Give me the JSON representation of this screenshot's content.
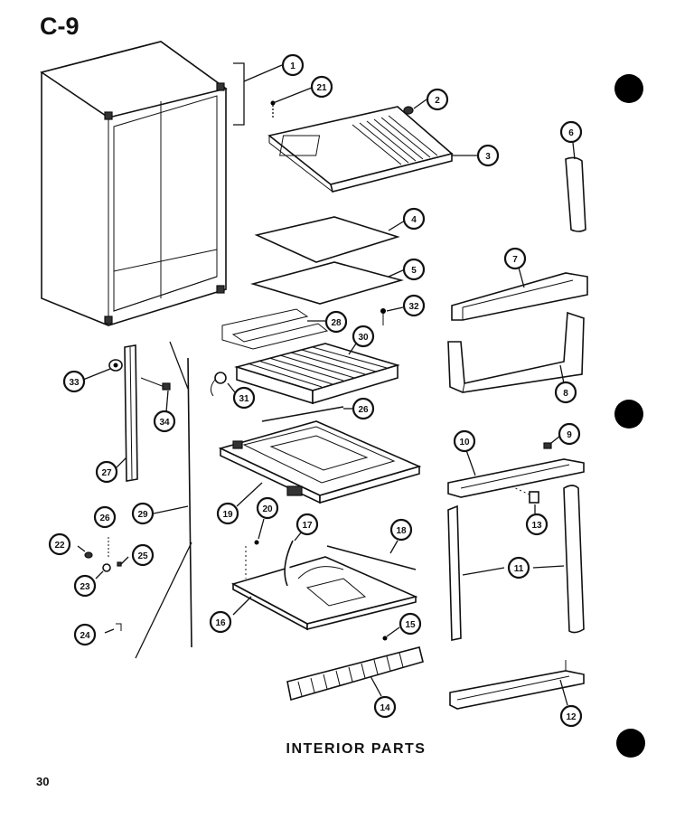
{
  "page": {
    "title": "C-9",
    "caption": "INTERIOR PARTS",
    "page_number": "30"
  },
  "callouts": [
    {
      "id": "1",
      "label": "1"
    },
    {
      "id": "2",
      "label": "2"
    },
    {
      "id": "3",
      "label": "3"
    },
    {
      "id": "4",
      "label": "4"
    },
    {
      "id": "5",
      "label": "5"
    },
    {
      "id": "6",
      "label": "6"
    },
    {
      "id": "7",
      "label": "7"
    },
    {
      "id": "8",
      "label": "8"
    },
    {
      "id": "9",
      "label": "9"
    },
    {
      "id": "10",
      "label": "10"
    },
    {
      "id": "11",
      "label": "11"
    },
    {
      "id": "12",
      "label": "12"
    },
    {
      "id": "13",
      "label": "13"
    },
    {
      "id": "14",
      "label": "14"
    },
    {
      "id": "15",
      "label": "15"
    },
    {
      "id": "16",
      "label": "16"
    },
    {
      "id": "17",
      "label": "17"
    },
    {
      "id": "18",
      "label": "18"
    },
    {
      "id": "19",
      "label": "19"
    },
    {
      "id": "20",
      "label": "20"
    },
    {
      "id": "21",
      "label": "21"
    },
    {
      "id": "22",
      "label": "22"
    },
    {
      "id": "23",
      "label": "23"
    },
    {
      "id": "24",
      "label": "24"
    },
    {
      "id": "25",
      "label": "25"
    },
    {
      "id": "26",
      "label": "26"
    },
    {
      "id": "27",
      "label": "27"
    },
    {
      "id": "28",
      "label": "28"
    },
    {
      "id": "29",
      "label": "29"
    },
    {
      "id": "30",
      "label": "30"
    },
    {
      "id": "31",
      "label": "31"
    },
    {
      "id": "32",
      "label": "32"
    },
    {
      "id": "33",
      "label": "33"
    },
    {
      "id": "34",
      "label": "34"
    },
    {
      "id": "26b",
      "label": "26"
    }
  ]
}
